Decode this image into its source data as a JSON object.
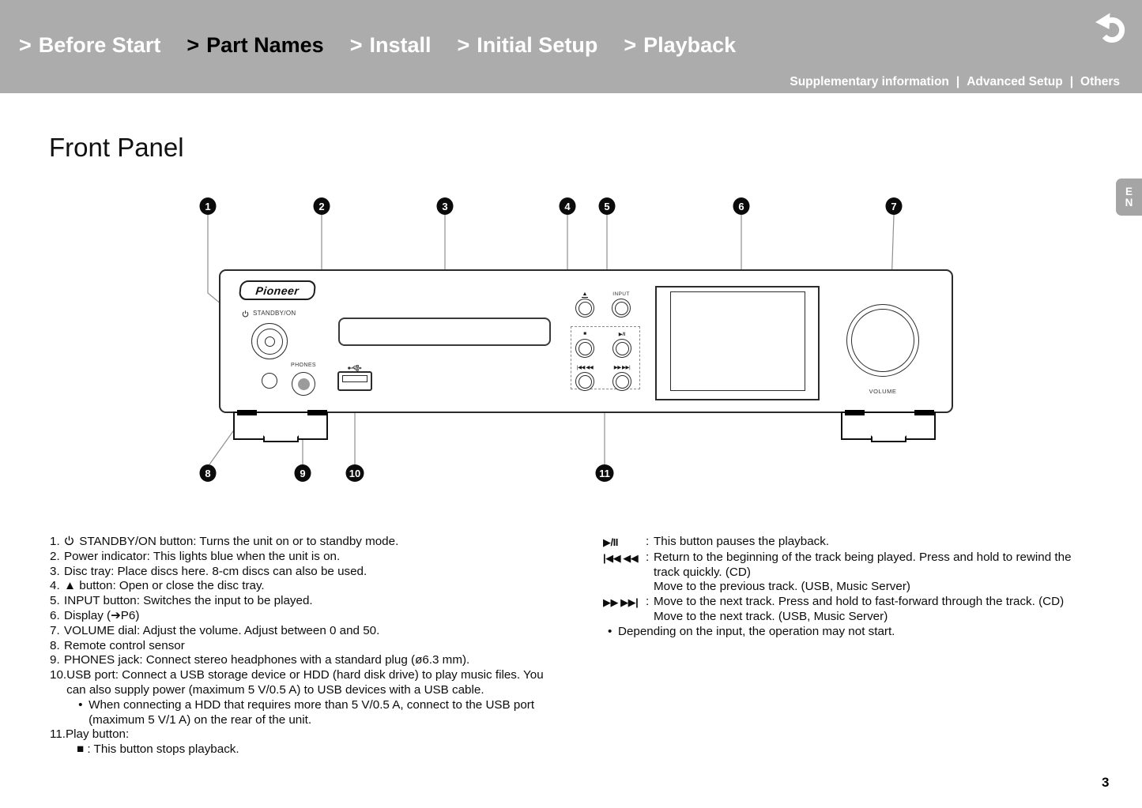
{
  "page": {
    "title": "Front Panel",
    "page_number": "3",
    "lang_tab": {
      "line1": "E",
      "line2": "N"
    }
  },
  "colors": {
    "topbar_bg": "#acacac",
    "nav_active": "#000000",
    "nav_inactive": "#ffffff",
    "lang_tab_bg": "#a5a5a5"
  },
  "top_nav": {
    "prefix": ">",
    "separator": "|",
    "items": [
      {
        "label": "Before Start",
        "active": false
      },
      {
        "label": "Part Names",
        "active": true
      },
      {
        "label": "Install",
        "active": false
      },
      {
        "label": "Initial Setup",
        "active": false
      },
      {
        "label": "Playback",
        "active": false
      }
    ],
    "secondary": [
      "Supplementary information",
      "Advanced Setup",
      "Others"
    ]
  },
  "device": {
    "brand": "Pioneer",
    "standby_label": "STANDBY/ON",
    "phones_label": "PHONES",
    "input_label": "INPUT",
    "volume_label": "VOLUME",
    "eject_symbol": "▲",
    "transport": {
      "stop": "■",
      "play_pause": "▶/II",
      "previous": "|◀◀ ◀◀",
      "next": "▶▶ ▶▶|"
    }
  },
  "callouts": [
    "1",
    "2",
    "3",
    "4",
    "5",
    "6",
    "7",
    "8",
    "9",
    "10",
    "11"
  ],
  "notes": {
    "colon": ":",
    "bullet": "•",
    "left": [
      {
        "marker": "1.",
        "icon": "power",
        "text": "STANDBY/ON button: Turns the unit on or to standby mode."
      },
      {
        "marker": "2.",
        "text": "Power indicator: This lights blue when the unit is on."
      },
      {
        "marker": "3.",
        "text": "Disc tray: Place discs here. 8-cm discs can also be used."
      },
      {
        "marker": "4.",
        "text": "▲ button: Open or close the disc tray."
      },
      {
        "marker": "5.",
        "text": "INPUT button: Switches the input to be played."
      },
      {
        "marker": "6.",
        "text": "Display (➔P6)"
      },
      {
        "marker": "7.",
        "text": "VOLUME dial: Adjust the volume. Adjust between 0 and 50."
      },
      {
        "marker": "8.",
        "text": "Remote control sensor"
      },
      {
        "marker": "9.",
        "text": "PHONES jack: Connect stereo headphones with a standard plug (ø6.3 mm)."
      },
      {
        "marker": "10.",
        "text": "USB port: Connect a USB storage device or HDD (hard disk drive) to play music files. You can also supply power (maximum 5 V/0.5 A) to USB devices with a USB cable.",
        "sub": [
          "When connecting a HDD that requires more than 5 V/0.5 A, connect to the USB port (maximum 5 V/1 A) on the rear of the unit."
        ]
      },
      {
        "marker": "11.",
        "text": "Play button:",
        "cont": [
          "■ : This button stops playback."
        ]
      }
    ],
    "right": [
      {
        "label": "▶/II",
        "lines": [
          "This button pauses the playback."
        ]
      },
      {
        "label": "|◀◀ ◀◀",
        "lines": [
          "Return to the beginning of the track being played. Press and hold to rewind the track quickly. (CD)",
          "Move to the previous track. (USB, Music Server)"
        ]
      },
      {
        "label": "▶▶ ▶▶|",
        "lines": [
          "Move to the next track. Press and hold to fast-forward through the track. (CD)",
          "Move to the next track. (USB, Music Server)"
        ]
      },
      {
        "bullet": true,
        "lines": [
          "Depending on the input, the operation may not start."
        ]
      }
    ]
  }
}
